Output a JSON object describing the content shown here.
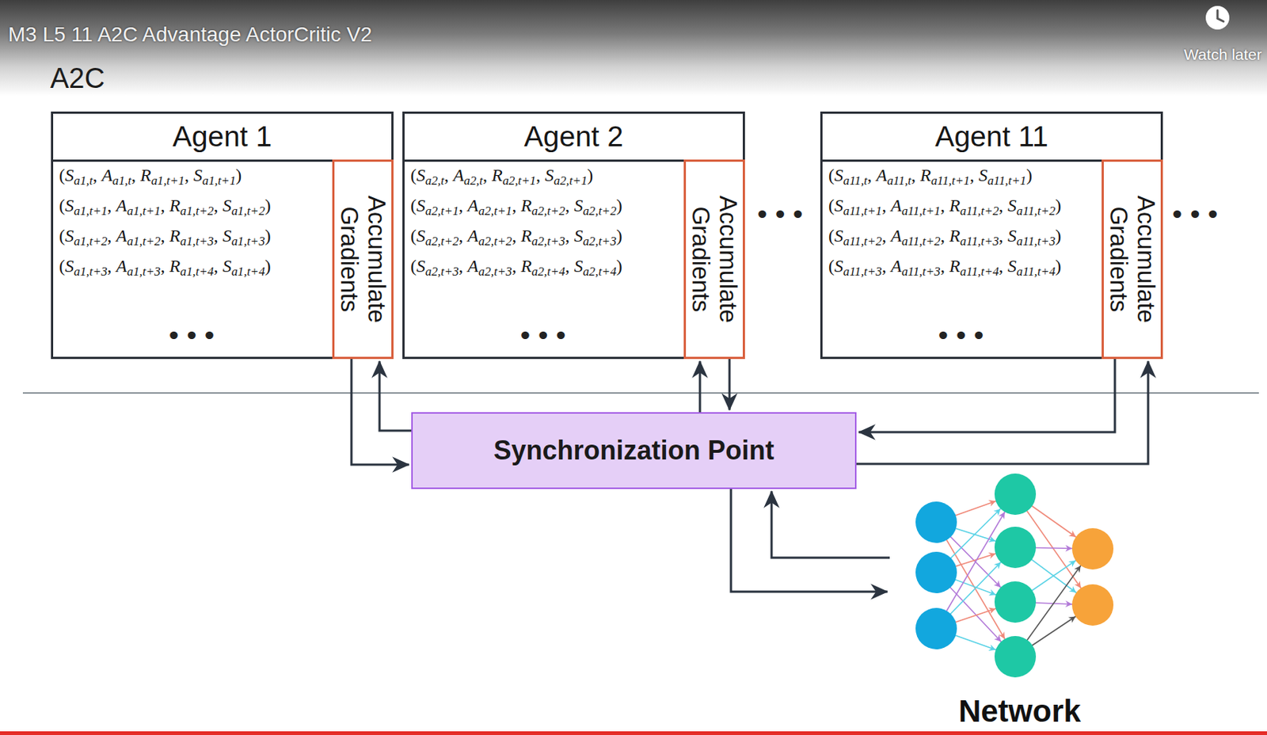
{
  "diagram": {
    "title": "A2C",
    "nodes": [
      {
        "text": [
          "Agent 1",
          "(Sa1,t, Aa1,t, Ra1,t+1, Sa1,t+1)",
          "(Sa1,t+1, Aa1,t+1, Ra1,t+2, Sa1,t+2)",
          "(Sa1,t+2, Aa1,t+2, Ra1,t+3, Sa1,t+3)",
          "(Sa1,t+3, Aa1,t+3, Ra1,t+4, Sa1,t+4)",
          "•••"
        ]
      },
      {
        "text": [
          "Accumulate Gradients"
        ],
        "in": 0
      },
      {
        "text": [
          "Agent 2",
          "(Sa2,t, Aa2,t, Ra2,t+1, Sa2,t+1)",
          "(Sa2,t+1, Aa2,t+1, Ra2,t+2, Sa2,t+2)",
          "(Sa2,t+2, Aa2,t+2, Ra2,t+3, Sa2,t+3)",
          "(Sa2,t+3, Aa2,t+3, Ra2,t+4, Sa2,t+4)",
          "•••"
        ]
      },
      {
        "text": [
          "Accumulate Gradients"
        ],
        "in": 2
      },
      {
        "text": [
          "Agent 11",
          "(Sa11,t, Aa11,t, Ra11,t+1, Sa11,t+1)",
          "(Sa11,t+1, Aa11,t+1, Ra11,t+2, Sa11,t+2)",
          "(Sa11,t+2, Aa11,t+2, Ra11,t+3, Sa11,t+3)",
          "(Sa11,t+3, Aa11,t+3, Ra11,t+4, Sa11,t+4)",
          "•••"
        ]
      },
      {
        "text": [
          "Accumulate Gradients"
        ],
        "in": 4
      },
      {
        "text": [
          "Synchronization Point"
        ]
      },
      {
        "text": [
          "Network"
        ]
      }
    ],
    "edges": [
      {
        "from": 1,
        "to": 6,
        "arrow": "to"
      },
      {
        "from": 6,
        "to": 1,
        "arrow": "to"
      },
      {
        "from": 6,
        "to": 3,
        "arrow": "to"
      },
      {
        "from": 3,
        "to": 6,
        "arrow": "to"
      },
      {
        "from": 5,
        "to": 6,
        "arrow": "to"
      },
      {
        "from": 6,
        "to": 5,
        "arrow": "to"
      },
      {
        "from": 6,
        "to": 7,
        "arrow": "to"
      },
      {
        "from": 7,
        "to": 6,
        "arrow": "to"
      }
    ],
    "labels": [
      "M3 L5 11 A2C Advantage ActorCritic V2",
      "Watch later",
      "•••",
      "•••"
    ]
  }
}
